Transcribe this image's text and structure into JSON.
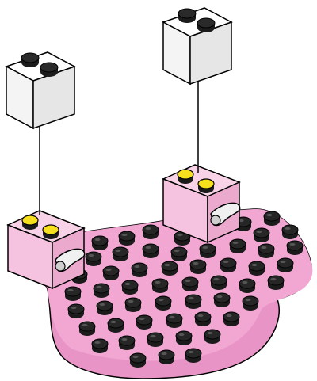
{
  "illustration": {
    "subject": "building-instruction",
    "parts": {
      "base_plate": {
        "shape": "heart",
        "color": "#f2a7d3",
        "stud_color": "#1a1a1a"
      },
      "pink_bricks": {
        "count": 2,
        "color": "#f7cbe3",
        "stud_color": "#f5de1e"
      },
      "white_bricks": {
        "count": 2,
        "color": "#ffffff",
        "stud_color": "#1a1a1a"
      }
    }
  }
}
